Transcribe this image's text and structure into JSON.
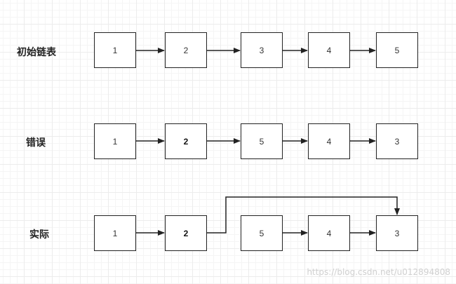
{
  "rows": [
    {
      "label": "初始链表",
      "nodes": [
        "1",
        "2",
        "3",
        "4",
        "5"
      ]
    },
    {
      "label": "错误",
      "nodes": [
        "1",
        "2",
        "5",
        "4",
        "3"
      ]
    },
    {
      "label": "实际",
      "nodes": [
        "1",
        "2",
        "5",
        "4",
        "3"
      ]
    }
  ],
  "watermark": "https://blog.csdn.net/u012894808"
}
